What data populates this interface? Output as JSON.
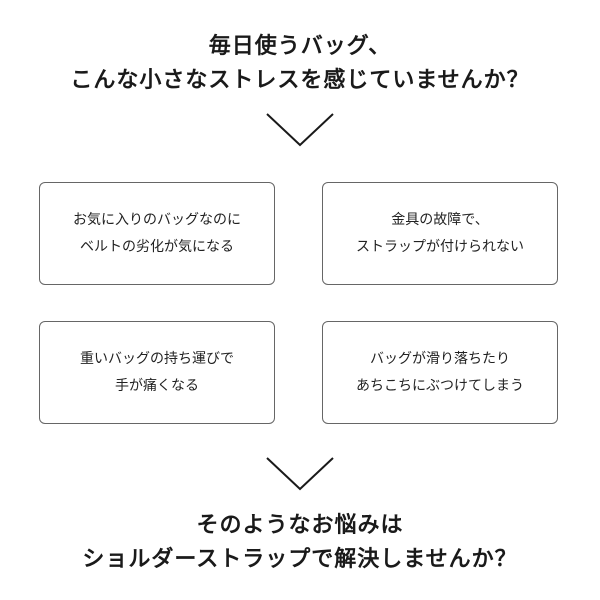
{
  "top_headline": {
    "line1": "毎日使うバッグ、",
    "line2": "こんな小さなストレスを感じていませんか？"
  },
  "cards": [
    {
      "line1": "お気に入りのバッグなのに",
      "line2": "ベルトの劣化が気になる"
    },
    {
      "line1": "金具の故障で、",
      "line2": "ストラップが付けられない"
    },
    {
      "line1": "重いバッグの持ち運びで",
      "line2": "手が痛くなる"
    },
    {
      "line1": "バッグが滑り落ちたり",
      "line2": "あちこちにぶつけてしまう"
    }
  ],
  "bottom_headline": {
    "line1": "そのようなお悩みは",
    "line2": "ショルダーストラップで解決しませんか？"
  },
  "icons": {
    "top_arrow": "chevron-down-icon",
    "bottom_arrow": "chevron-down-icon"
  },
  "colors": {
    "text": "#1a1a1a",
    "card_border": "#666666",
    "background": "#ffffff"
  }
}
